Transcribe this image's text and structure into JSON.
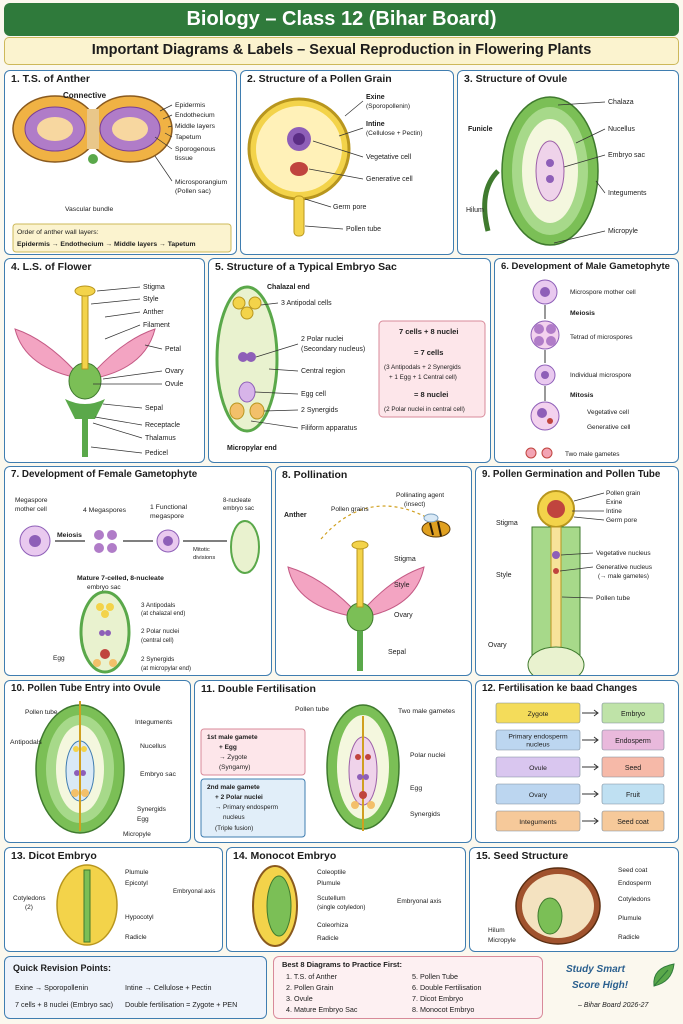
{
  "title": "Biology – Class 12 (Bihar Board)",
  "subtitle": "Important Diagrams & Labels – Sexual Reproduction in Flowering Plants",
  "p1": {
    "h": "1.  T.S. of Anther",
    "connective": "Connective",
    "epidermis": "Epidermis",
    "endothecium": "Endothecium",
    "middle": "Middle layers",
    "tapetum": "Tapetum",
    "sporo1": "Sporogenous",
    "sporo2": "tissue",
    "micro1": "Microsporangium",
    "micro2": "(Pollen sac)",
    "vascular": "Vascular bundle",
    "order1": "Order of anther wall layers:",
    "order2": "Epidermis → Endothecium → Middle layers → Tapetum"
  },
  "p2": {
    "h": "2.  Structure of a Pollen Grain",
    "exine": "Exine",
    "exine2": "(Sporopollenin)",
    "intine": "Intine",
    "intine2": "(Cellulose + Pectin)",
    "veg": "Vegetative cell",
    "gen": "Generative cell",
    "pore": "Germ pore",
    "tube": "Pollen tube"
  },
  "p3": {
    "h": "3.  Structure of Ovule",
    "chalaza": "Chalaza",
    "nucellus": "Nucellus",
    "funicle": "Funicle",
    "embryo": "Embryo sac",
    "hilum": "Hilum",
    "integ": "Integuments",
    "micro": "Micropyle"
  },
  "p4": {
    "h": "4.  L.S. of Flower",
    "stigma": "Stigma",
    "style": "Style",
    "anther": "Anther",
    "filament": "Filament",
    "petal": "Petal",
    "ovary": "Ovary",
    "ovule": "Ovule",
    "sepal": "Sepal",
    "receptacle": "Receptacle",
    "thalamus": "Thalamus",
    "pedicel": "Pedicel"
  },
  "p5": {
    "h": "5.  Structure of a Typical Embryo Sac",
    "chalazal": "Chalazal end",
    "antipodal": "3 Antipodal cells",
    "polar1": "2 Polar nuclei",
    "polar2": "(Secondary nucleus)",
    "central": "Central region",
    "egg": "Egg cell",
    "syn": "2 Synergids",
    "fili": "Filiform apparatus",
    "micropylar": "Micropylar end",
    "b1": "7 cells + 8 nuclei",
    "b2": "= 7 cells",
    "b3": "(3 Antipodals + 2 Synergids",
    "b4": "+ 1 Egg + 1 Central cell)",
    "b5": "= 8 nuclei",
    "b6": "(2 Polar nuclei in central cell)"
  },
  "p6": {
    "h": "6.  Development of Male Gametophyte",
    "mmc": "Microspore mother cell",
    "meiosis": "Meiosis",
    "tetrad": "Tetrad of microspores",
    "indiv": "Individual microspore",
    "mitosis": "Mitosis",
    "veg": "Vegetative cell",
    "gen": "Generative cell",
    "two": "Two male gametes"
  },
  "p7": {
    "h": "7.  Development of Female Gametophyte",
    "mmc1": "Megaspore",
    "mmc2": "mother cell",
    "four": "4 Megaspores",
    "func1": "1 Functional",
    "func2": "megaspore",
    "nuc1": "8-nucleate",
    "nuc2": "embryo sac",
    "meiosis": "Meiosis",
    "mitotic1": "Mitotic",
    "mitotic2": "divisions",
    "mature1": "Mature 7-celled, 8-nucleate",
    "mature2": "embryo sac",
    "ant1": "3 Antipodals",
    "ant2": "(at chalazal end)",
    "pol1": "2 Polar nuclei",
    "pol2": "(central cell)",
    "egg": "Egg",
    "syn1": "2 Synergids",
    "syn2": "(at micropylar end)"
  },
  "p8": {
    "h": "8.  Pollination",
    "anther": "Anther",
    "grains": "Pollen grains",
    "agent1": "Pollinating agent",
    "agent2": "(insect)",
    "stigma": "Stigma",
    "style": "Style",
    "ovary": "Ovary",
    "sepal": "Sepal"
  },
  "p9": {
    "h": "9.  Pollen Germination and Pollen Tube",
    "grain": "Pollen grain",
    "exine": "Exine",
    "intine": "Intine",
    "pore": "Germ pore",
    "stigma": "Stigma",
    "veg": "Vegetative nucleus",
    "gen1": "Generative nucleus",
    "gen2": "(→ male gametes)",
    "style": "Style",
    "tube": "Pollen tube",
    "ovary": "Ovary"
  },
  "p10": {
    "h": "10.  Pollen Tube Entry into Ovule",
    "tube": "Pollen tube",
    "integ": "Integuments",
    "antipodals": "Antipodals",
    "nucellus": "Nucellus",
    "embryo": "Embryo sac",
    "syn": "Synergids",
    "egg": "Egg",
    "micro": "Micropyle"
  },
  "p11": {
    "h": "11.  Double Fertilisation",
    "tube": "Pollen tube",
    "two": "Two male gametes",
    "polar": "Polar nuclei",
    "egg": "Egg",
    "syn": "Synergids",
    "a1": "1st male gamete",
    "a2": "+ Egg",
    "a3": "→ Zygote",
    "a4": "(Syngamy)",
    "c1": "2nd male gamete",
    "c2": "+ 2 Polar nuclei",
    "c3": "→ Primary endosperm",
    "c4": "nucleus",
    "c5": "(Triple fusion)"
  },
  "p12": {
    "h": "12.  Fertilisation ke baad Changes",
    "rows": [
      {
        "from": "Zygote",
        "to": "Embryo",
        "fc": "#f4dc5a",
        "tc": "#bfe3a8"
      },
      {
        "from": "Primary endosperm nucleus",
        "to": "Endosperm",
        "fc": "#bcd6f0",
        "tc": "#e9b9dc"
      },
      {
        "from": "Ovule",
        "to": "Seed",
        "fc": "#d9c6ef",
        "tc": "#f6b9a8"
      },
      {
        "from": "Ovary",
        "to": "Fruit",
        "fc": "#bcd6f0",
        "tc": "#bfe0f2"
      },
      {
        "from": "Integuments",
        "to": "Seed coat",
        "fc": "#f6c99a",
        "tc": "#f6c99a"
      }
    ]
  },
  "p13": {
    "h": "13.  Dicot Embryo",
    "plumule": "Plumule",
    "epicotyl": "Epicotyl",
    "cot1": "Cotyledons",
    "cot2": "(2)",
    "axis": "Embryonal axis",
    "hypo": "Hypocotyl",
    "radicle": "Radicle"
  },
  "p14": {
    "h": "14.  Monocot Embryo",
    "coleoptile": "Coleoptile",
    "plumule": "Plumule",
    "scut1": "Scutellum",
    "scut2": "(single cotyledon)",
    "axis": "Embryonal axis",
    "coleorhiza": "Coleorhiza",
    "radicle": "Radicle"
  },
  "p15": {
    "h": "15.  Seed Structure",
    "coat": "Seed coat",
    "endo": "Endosperm",
    "cot": "Cotyledons",
    "plumule": "Plumule",
    "radicle": "Radicle",
    "hilum": "Hilum",
    "micro": "Micropyle"
  },
  "footer": {
    "quick": "Quick Revision Points:",
    "q1": "Exine → Sporopollenin",
    "q2": "Intine → Cellulose + Pectin",
    "q3": "7 cells + 8 nuclei (Embryo sac)",
    "q4": "Double fertilisation = Zygote + PEN",
    "best": "Best 8 Diagrams to Practice First:",
    "b1": "1.  T.S. of Anther",
    "b2": "2.  Pollen Grain",
    "b3": "3.  Ovule",
    "b4": "4.  Mature Embryo Sac",
    "b5": "5.  Pollen Tube",
    "b6": "6.  Double Fertilisation",
    "b7": "7.  Dicot Embryo",
    "b8": "8.  Monocot Embryo",
    "s1": "Study Smart",
    "s2": "Score High!",
    "s3": "– Bihar Board 2026-27"
  },
  "colors": {
    "header": "#2f7a3b",
    "border": "#3f7db0",
    "green": "#5aa84a",
    "yellow": "#f3d34a",
    "purple": "#8e5fb8",
    "pink": "#f0a0b4"
  }
}
